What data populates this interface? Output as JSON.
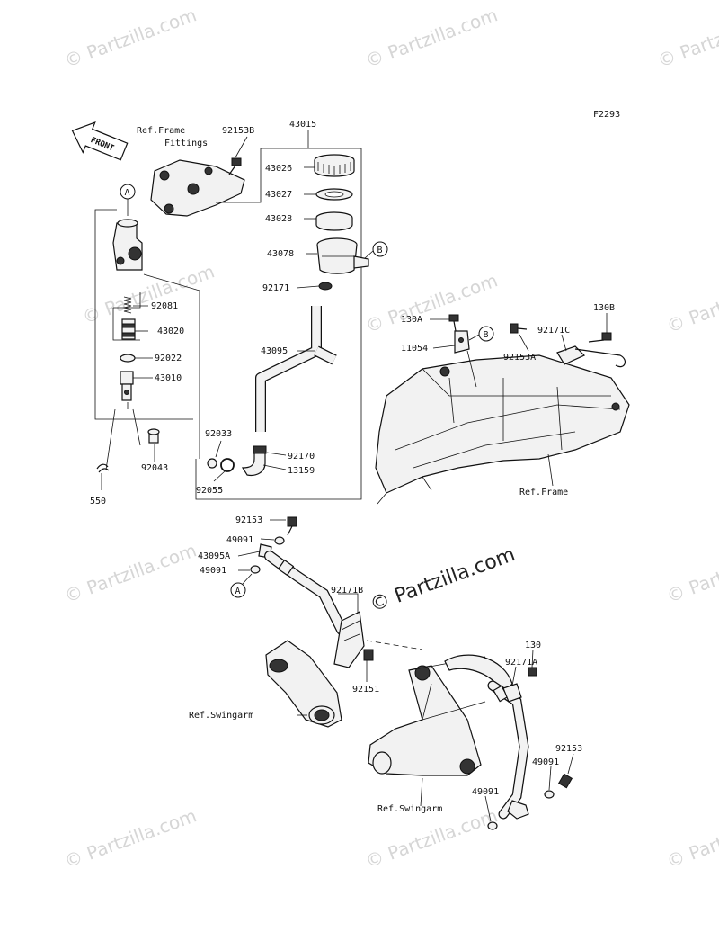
{
  "figure_id": "F2293",
  "front_label": "FRONT",
  "watermark": "© Partzilla.com",
  "callouts": {
    "A": "A",
    "B": "B"
  },
  "labels": {
    "ref_frame_fittings_1": "Ref.Frame",
    "ref_frame_fittings_2": "Fittings",
    "p92153B": "92153B",
    "p43015": "43015",
    "p43026": "43026",
    "p43027": "43027",
    "p43028": "43028",
    "p43078": "43078",
    "p92171": "92171",
    "p92081": "92081",
    "p43020": "43020",
    "p92022": "92022",
    "p43010": "43010",
    "p43095": "43095",
    "p92033": "92033",
    "p92170": "92170",
    "p13159": "13159",
    "p92055": "92055",
    "p92043": "92043",
    "p550": "550",
    "p130A": "130A",
    "p11054": "11054",
    "p92153A": "92153A",
    "p92171C": "92171C",
    "p130B": "130B",
    "ref_frame": "Ref.Frame",
    "p92153_top": "92153",
    "p49091_a": "49091",
    "p43095A": "43095A",
    "p49091_b": "49091",
    "p92171B": "92171B",
    "p92151": "92151",
    "ref_swingarm_left": "Ref.Swingarm",
    "p130": "130",
    "p92171A": "92171A",
    "p92153_bottom": "92153",
    "p49091_c": "49091",
    "p49091_d": "49091",
    "ref_swingarm_bottom": "Ref.Swingarm"
  }
}
